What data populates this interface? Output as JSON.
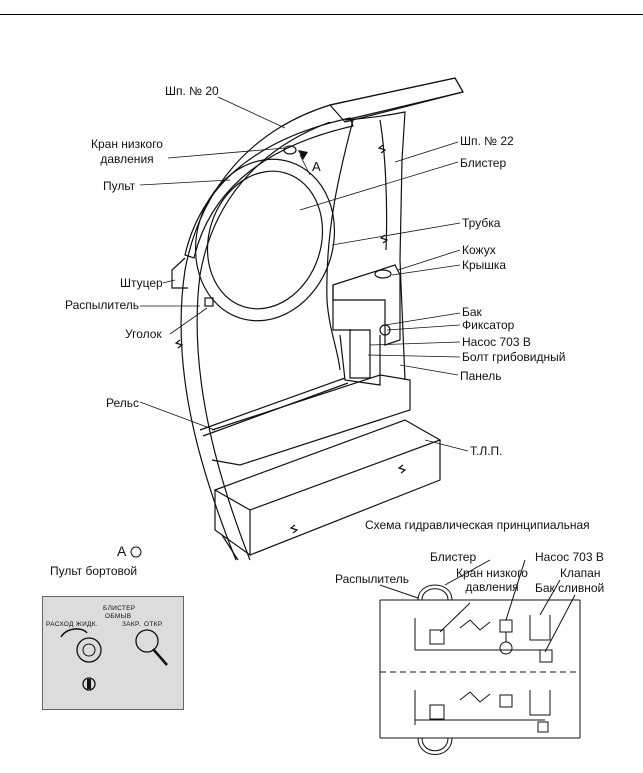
{
  "main_view": {
    "labels": {
      "frame20": "Шп. № 20",
      "low_pressure_valve_l1": "Кран низкого",
      "low_pressure_valve_l2": "давления",
      "console": "Пульт",
      "fitting": "Штуцер",
      "sprayer": "Распылитель",
      "bracket": "Уголок",
      "rail": "Рельс",
      "frame22": "Шп. № 22",
      "blister": "Блистер",
      "tube": "Трубка",
      "casing": "Кожух",
      "lid": "Крышка",
      "tank": "Бак",
      "latch": "Фиксатор",
      "pump": "Насос 703 В",
      "mushroom_bolt": "Болт грибовидный",
      "panel": "Панель",
      "floor_line": "Т.Л.П.",
      "view_marker": "А"
    }
  },
  "detail_view": {
    "title": "А",
    "subtitle": "Пульт бортовой",
    "panel_header": "БЛИСТЕР",
    "panel_sub": "ОБМЫВ",
    "flow_label": "РАСХОД ЖИДК.",
    "close_label": "ЗАКР.",
    "open_label": "ОТКР."
  },
  "schematic": {
    "title": "Схема гидравлическая принципиальная",
    "blister": "Блистер",
    "low_valve_l1": "Кран низкого",
    "low_valve_l2": "давления",
    "pump": "Насос 703 В",
    "valve": "Клапан",
    "drain_tank": "Бак сливной",
    "sprayer": "Распылитель"
  }
}
